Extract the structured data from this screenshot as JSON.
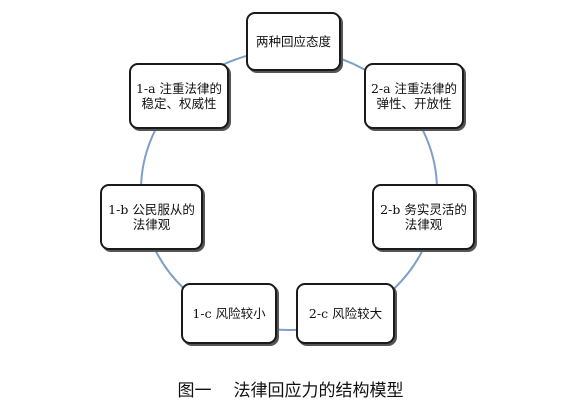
{
  "diagram": {
    "nodes": [
      {
        "lines": [
          "两种回应态度"
        ]
      },
      {
        "lines": [
          "2-a 注重法律的",
          "弹性、开放性"
        ]
      },
      {
        "lines": [
          "2-b 务实灵活的",
          "法律观"
        ]
      },
      {
        "lines": [
          "2-c 风险较大"
        ]
      },
      {
        "lines": [
          "1-c 风险较小"
        ]
      },
      {
        "lines": [
          "1-b 公民服从的",
          "法律观"
        ]
      },
      {
        "lines": [
          "1-a 注重法律的",
          "稳定、权威性"
        ]
      }
    ]
  },
  "caption": {
    "label": "图一",
    "text": "法律回应力的结构模型"
  },
  "colors": {
    "cycle_line": "#7e9fc6",
    "box_border": "#1a1a1a"
  }
}
